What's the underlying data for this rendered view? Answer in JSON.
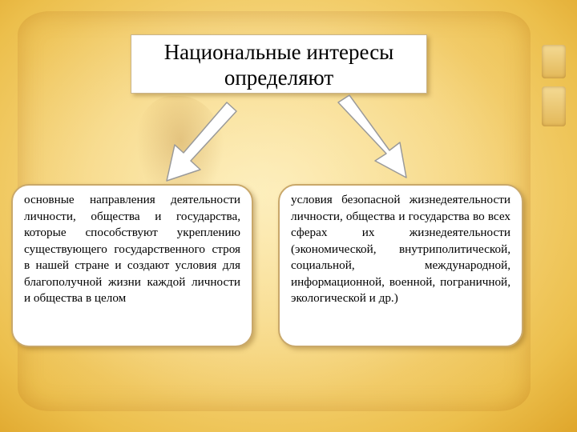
{
  "title": {
    "line1": "Национальные интересы",
    "line2": "определяют"
  },
  "left_card": {
    "text": "основные направления деятельности личности, общества и государства, которые способствуют укреплению существующего государственного строя в нашей стране и создают условия для благополучной жизни каждой личности и общества в целом"
  },
  "right_card": {
    "text": "условия безопасной жизнедеятельности личности, общества и государства во всех сферах их жизнедеятельности (экономической, внутриполитической, социальной, международной, информационной, военной, пограничной, экологической и др.)"
  },
  "colors": {
    "background": "#f6d67e",
    "card_border": "#c9a86a",
    "arrow_fill": "#ffffff",
    "arrow_stroke": "#9a9a9a"
  }
}
